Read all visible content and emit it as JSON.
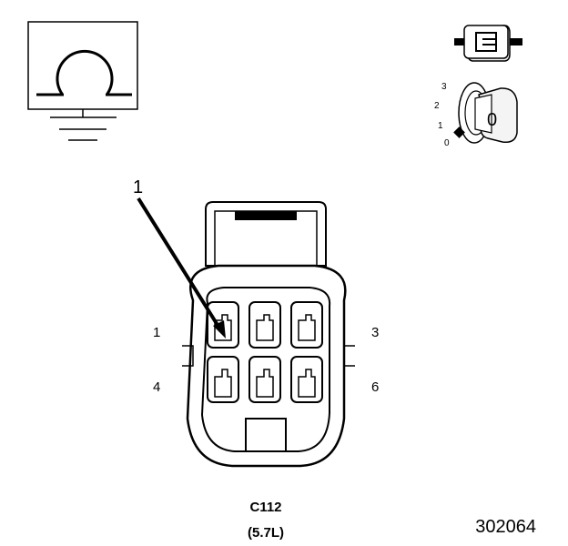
{
  "callout": {
    "number": "1"
  },
  "pins": {
    "top_left": "1",
    "top_right": "3",
    "bottom_left": "4",
    "bottom_right": "6"
  },
  "connector": {
    "id": "C112",
    "variant": "(5.7L)"
  },
  "ignition_key": {
    "positions": [
      "3",
      "2",
      "1",
      "0"
    ],
    "key_label": "0"
  },
  "figure_number": "302064",
  "icons": {
    "ground_symbol": "ohm-ground-icon",
    "fuse_symbol": "connector-fuse-icon",
    "ignition": "ignition-key-icon"
  }
}
